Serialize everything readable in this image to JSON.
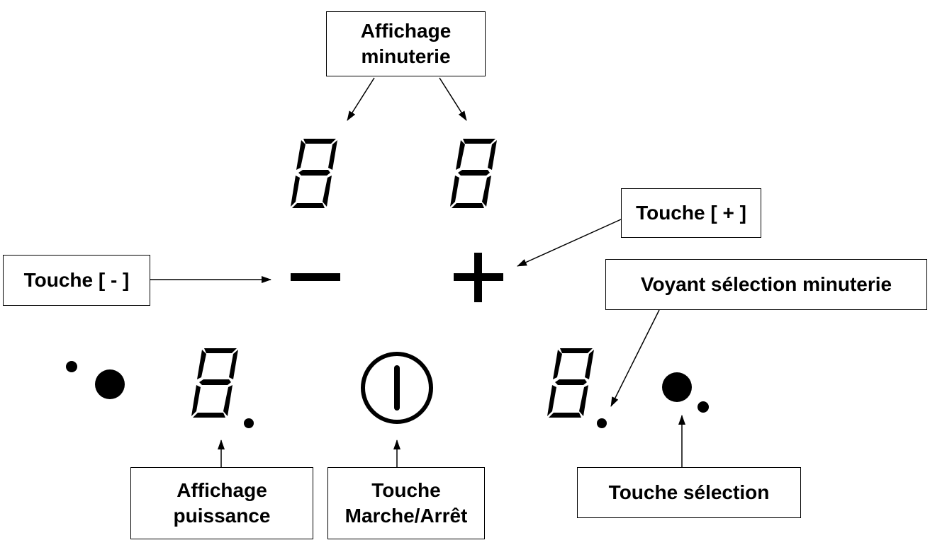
{
  "labels": {
    "timer_display": [
      "Affichage",
      "minuterie"
    ],
    "plus_key": "Touche [ + ]",
    "minus_key": "Touche [ - ]",
    "timer_selection_light": "Voyant sélection minuterie",
    "power_display": [
      "Affichage",
      "puissance"
    ],
    "on_off_key": [
      "Touche",
      "Marche/Arrêt"
    ],
    "selection_key": "Touche sélection"
  },
  "icons": {
    "plus": "plus-icon",
    "minus": "minus-icon",
    "power": "power-icon"
  },
  "colors": {
    "ink": "#000000",
    "background": "#ffffff"
  }
}
